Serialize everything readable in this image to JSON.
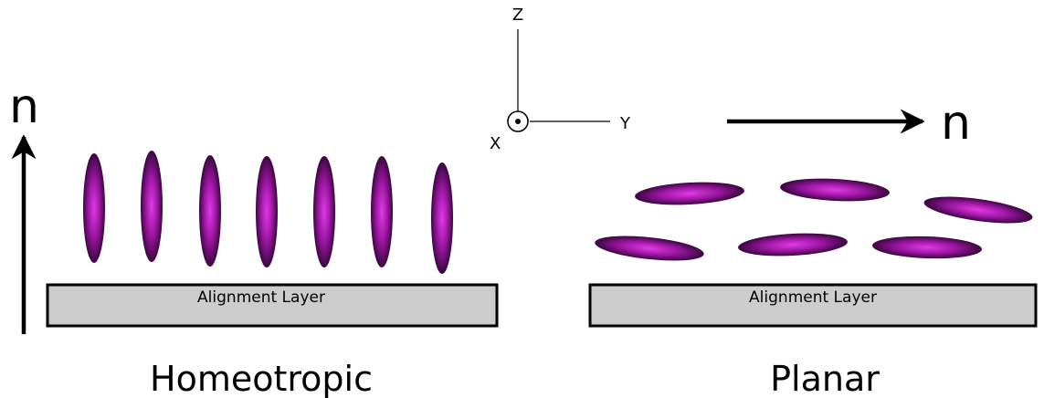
{
  "axes": {
    "z_label": "Z",
    "y_label": "Y",
    "x_label": "X"
  },
  "homeotropic": {
    "director_label": "n",
    "layer_label": "Alignment Layer",
    "caption": "Homeotropic"
  },
  "planar": {
    "director_label": "n",
    "layer_label": "Alignment Layer",
    "caption": "Planar"
  },
  "colors": {
    "molecule_center": "#e03ae6",
    "molecule_mid": "#9a169f",
    "molecule_edge": "#3a0640",
    "layer_fill": "#cccccc",
    "stroke": "#000000"
  }
}
